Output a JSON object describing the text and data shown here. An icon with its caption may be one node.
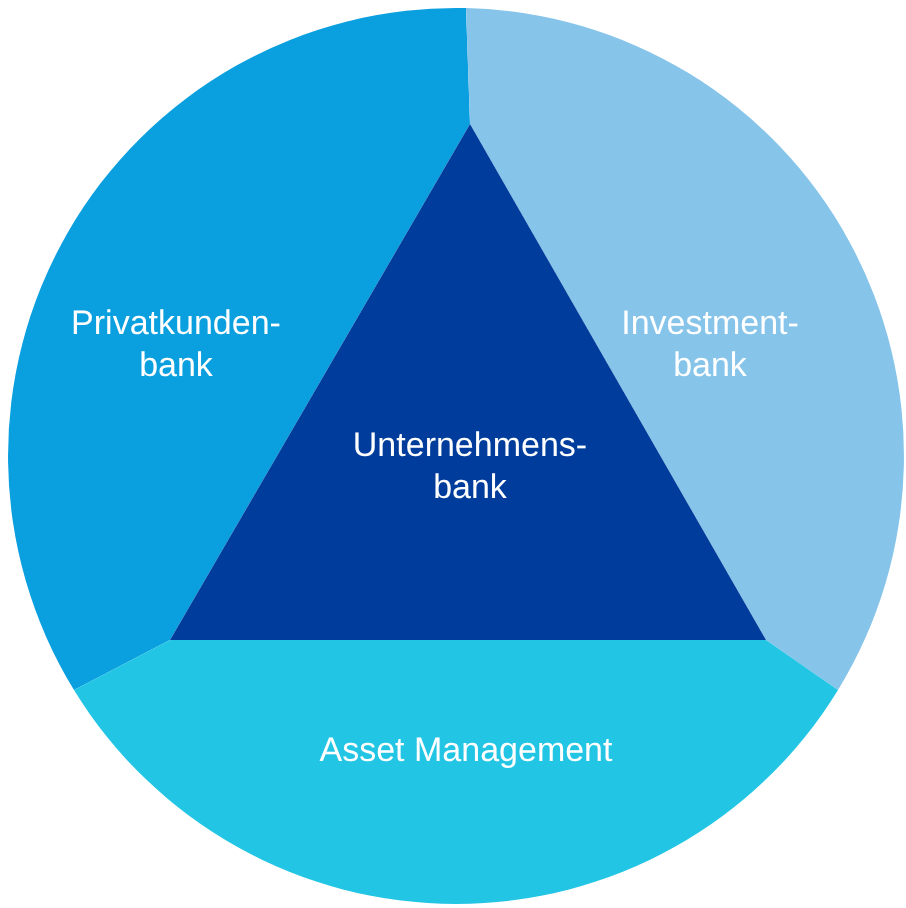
{
  "diagram": {
    "nodes": [
      {
        "text": [
          "Privatkunden- bank"
        ]
      },
      {
        "text": [
          "Investment- bank"
        ]
      },
      {
        "text": [
          "Unternehmens- bank"
        ]
      },
      {
        "text": [
          "Asset Management"
        ]
      }
    ]
  }
}
